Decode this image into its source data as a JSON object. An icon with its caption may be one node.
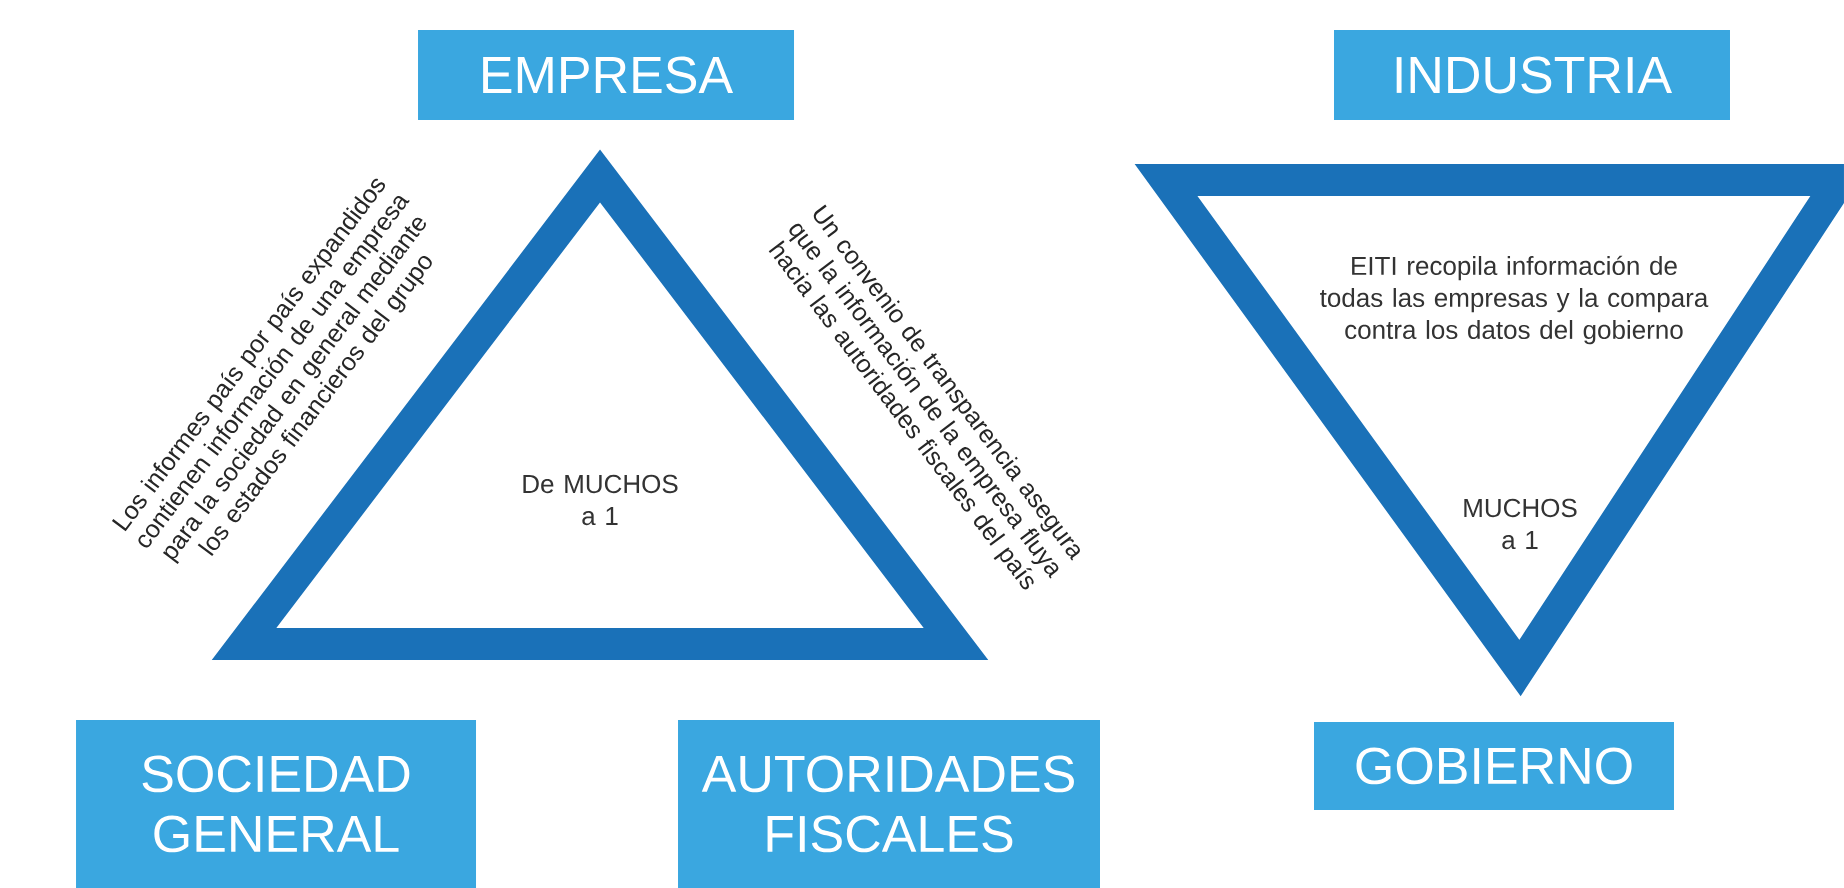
{
  "diagram": {
    "nodes": [
      {
        "text": [
          "EMPRESA"
        ]
      },
      {
        "text": [
          "De MUCHOS a 1"
        ]
      },
      {
        "text": [
          "SOCIEDAD GENERAL"
        ]
      },
      {
        "text": [
          "AUTORIDADES FISCALES"
        ]
      },
      {
        "text": [
          "INDUSTRIA"
        ]
      },
      {
        "text": [
          "EITI recopila información de todas las empresas y la compara contra los datos del gobierno",
          "MUCHOS a 1"
        ]
      },
      {
        "text": [
          "GOBIERNO"
        ]
      }
    ],
    "labels": [
      "Los informes país por país expandidos contienen información de una empresa para la sociedad en general mediante los estados financieros del grupo",
      "Un convenio de transparencia asegura que la información de la empresa fluya hacia las autoridades fiscales del país"
    ]
  }
}
